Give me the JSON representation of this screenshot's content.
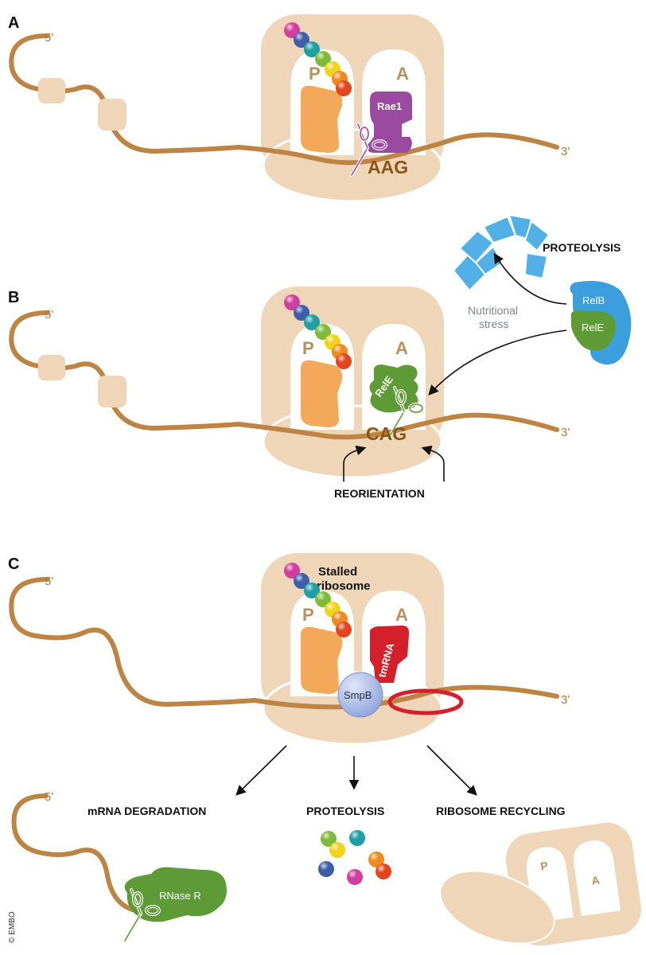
{
  "panels": {
    "a": {
      "letter": "A",
      "five_prime": "5'",
      "three_prime": "3'",
      "p_site": "P",
      "a_site": "A",
      "protein": "Rae1",
      "codon": "AAG"
    },
    "b": {
      "letter": "B",
      "five_prime": "5'",
      "three_prime": "3'",
      "p_site": "P",
      "a_site": "A",
      "protein": "RelE",
      "codon": "CAG",
      "proteolysis": "PROTEOLYSIS",
      "antitoxin": "RelB",
      "toxin": "RelE",
      "stress_line1": "Nutritional",
      "stress_line2": "stress",
      "reorientation": "REORIENTATION"
    },
    "c": {
      "letter": "C",
      "five_prime": "5'",
      "three_prime": "3'",
      "p_site": "P",
      "a_site": "A",
      "stalled_line1": "Stalled",
      "stalled_line2": "ribosome",
      "tmrna": "tmRNA",
      "smpb": "SmpB",
      "out_mrna": "mRNA DEGRADATION",
      "out_proteo": "PROTEOLYSIS",
      "out_recycle": "RIBOSOME RECYCLING",
      "rnase": "RNase R",
      "deg_five_prime": "5'",
      "recycled_p": "P",
      "recycled_a": "A"
    }
  },
  "copyright": "© EMBO",
  "colors": {
    "ribosome": "#efd6b8",
    "mrna": "#bd8443",
    "site_bg": "#ffffff",
    "peptidyl": "#f4a95a",
    "rae1": "#9a4aa0",
    "rele": "#5e9a35",
    "relb": "#3a9fdc",
    "tmrna": "#d4202a",
    "smpb": "#9fb2e3"
  },
  "bead_colors": [
    "#d33d9b",
    "#3d5ea8",
    "#1f9fa5",
    "#7fbb3a",
    "#f1d21c",
    "#ef8a1e",
    "#e2461c"
  ]
}
